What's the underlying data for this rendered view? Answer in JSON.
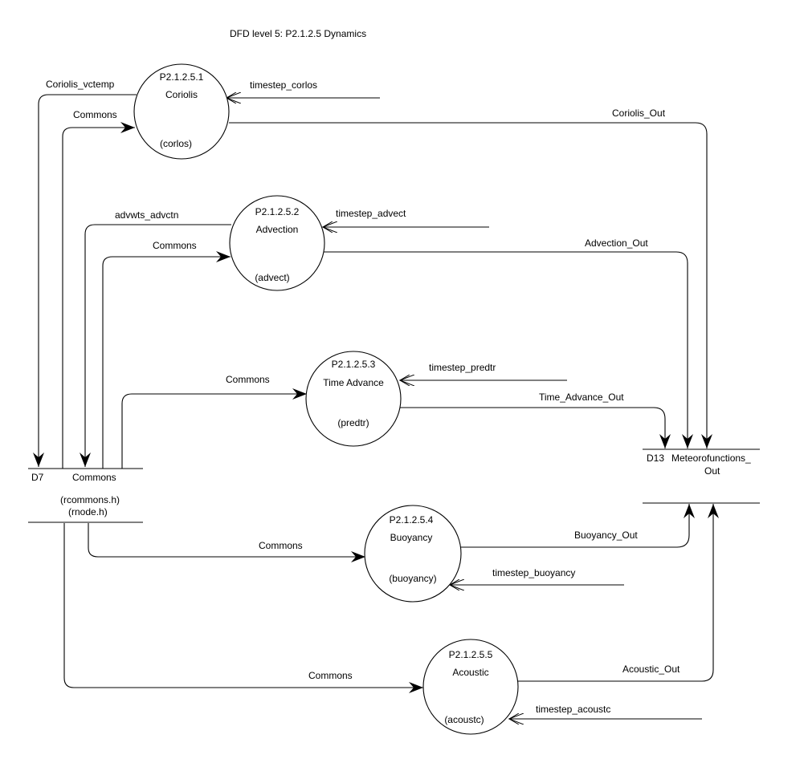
{
  "title": "DFD level 5: P2.1.2.5 Dynamics",
  "processes": [
    {
      "id": "P2.1.2.5.1",
      "name": "Coriolis",
      "code": "(corlos)"
    },
    {
      "id": "P2.1.2.5.2",
      "name": "Advection",
      "code": "(advect)"
    },
    {
      "id": "P2.1.2.5.3",
      "name": "Time Advance",
      "code": "(predtr)"
    },
    {
      "id": "P2.1.2.5.4",
      "name": "Buoyancy",
      "code": "(buoyancy)"
    },
    {
      "id": "P2.1.2.5.5",
      "name": "Acoustic",
      "code": "(acoustc)"
    }
  ],
  "stores": {
    "d7": {
      "id": "D7",
      "name": "Commons",
      "files": [
        "(rcommons.h)",
        "(rnode.h)"
      ]
    },
    "d13": {
      "id": "D13",
      "name_line1": "Meteorofunctions_",
      "name_line2": "Out"
    }
  },
  "flows": {
    "coriolis_vctemp": "Coriolis_vctemp",
    "commons_coriolis": "Commons",
    "timestep_corlos": "timestep_corlos",
    "coriolis_out": "Coriolis_Out",
    "advwts_advctn": "advwts_advctn",
    "commons_advection": "Commons",
    "timestep_advect": "timestep_advect",
    "advection_out": "Advection_Out",
    "commons_time_advance": "Commons",
    "timestep_predtr": "timestep_predtr",
    "time_advance_out": "Time_Advance_Out",
    "commons_buoyancy": "Commons",
    "buoyancy_out": "Buoyancy_Out",
    "timestep_buoyancy": "timestep_buoyancy",
    "commons_acoustic": "Commons",
    "acoustic_out": "Acoustic_Out",
    "timestep_acoustc": "timestep_acoustc"
  }
}
